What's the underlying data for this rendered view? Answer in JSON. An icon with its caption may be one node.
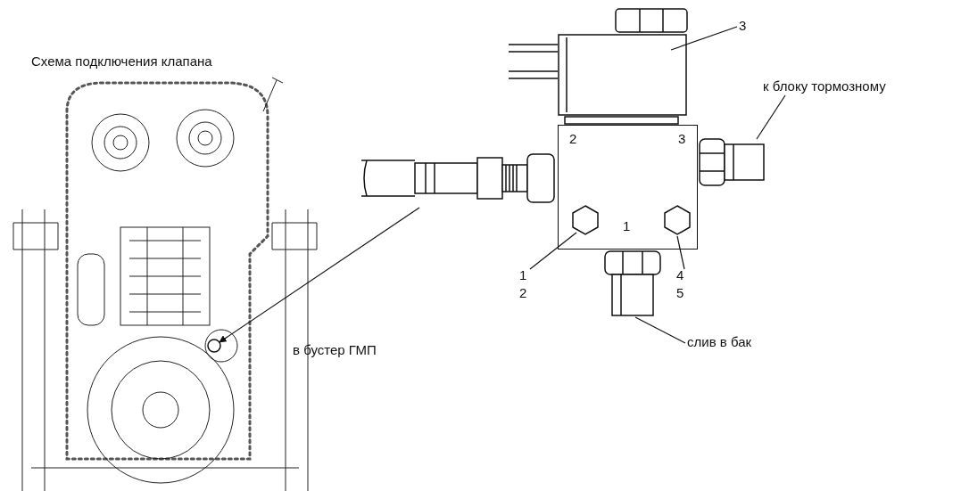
{
  "diagram": {
    "title": "Схема подключения клапана",
    "nodes": [
      {
        "text": [],
        "shape": "circle"
      },
      {
        "text": [
          "3"
        ]
      },
      {
        "text": [],
        "shape": "box"
      },
      {
        "text": [
          "к блоку тормозному"
        ]
      },
      {
        "text": [
          "2",
          "3",
          "1"
        ]
      },
      {
        "text": [],
        "shape": "picture"
      },
      {
        "text": [],
        "shape": "picture"
      },
      {
        "text": [],
        "shape": "picture",
        "in": 4
      },
      {
        "text": [],
        "shape": "picture",
        "in": 4
      },
      {
        "text": [
          "1",
          "2"
        ]
      },
      {
        "text": [
          "4",
          "5"
        ]
      },
      {
        "text": [],
        "shape": "picture"
      },
      {
        "text": [
          "слив в бак"
        ]
      }
    ],
    "edges": [
      {
        "from": 1,
        "to": 2,
        "arrow": "none"
      },
      {
        "from": 3,
        "to": 6,
        "arrow": "none"
      },
      {
        "from": 5,
        "to": 0,
        "arrow": "to"
      },
      {
        "from": 9,
        "to": 7,
        "arrow": "none"
      },
      {
        "from": 10,
        "to": 8,
        "arrow": "none"
      },
      {
        "from": 12,
        "to": 11,
        "arrow": "none"
      }
    ],
    "labels": [
      "в бустер ГМП"
    ]
  }
}
